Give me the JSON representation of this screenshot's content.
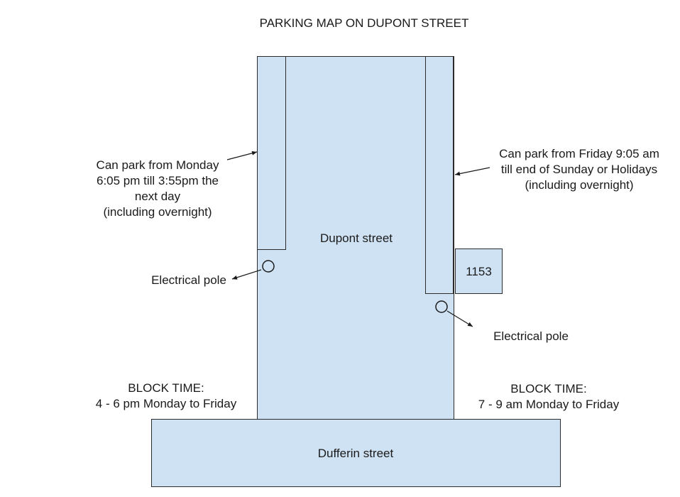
{
  "title": "PARKING MAP ON DUPONT STREET",
  "streets": {
    "dupont": "Dupont street",
    "dufferin": "Dufferin street"
  },
  "building_number": "1153",
  "left_parking_note": "Can park from Monday\n6:05 pm till 3:55pm the\nnext day\n(including overnight)",
  "right_parking_note": "Can park from Friday 9:05 am\ntill end of Sunday or Holidays\n(including overnight)",
  "pole_label_left": "Electrical pole",
  "pole_label_right": "Electrical pole",
  "left_block_time": {
    "heading": "BLOCK TIME:",
    "hours": "4 - 6 pm Monday to Friday"
  },
  "right_block_time": {
    "heading": "BLOCK TIME:",
    "hours": "7 - 9 am Monday to Friday"
  },
  "colors": {
    "fill": "#cfe2f3",
    "stroke": "#2b2b2b"
  }
}
